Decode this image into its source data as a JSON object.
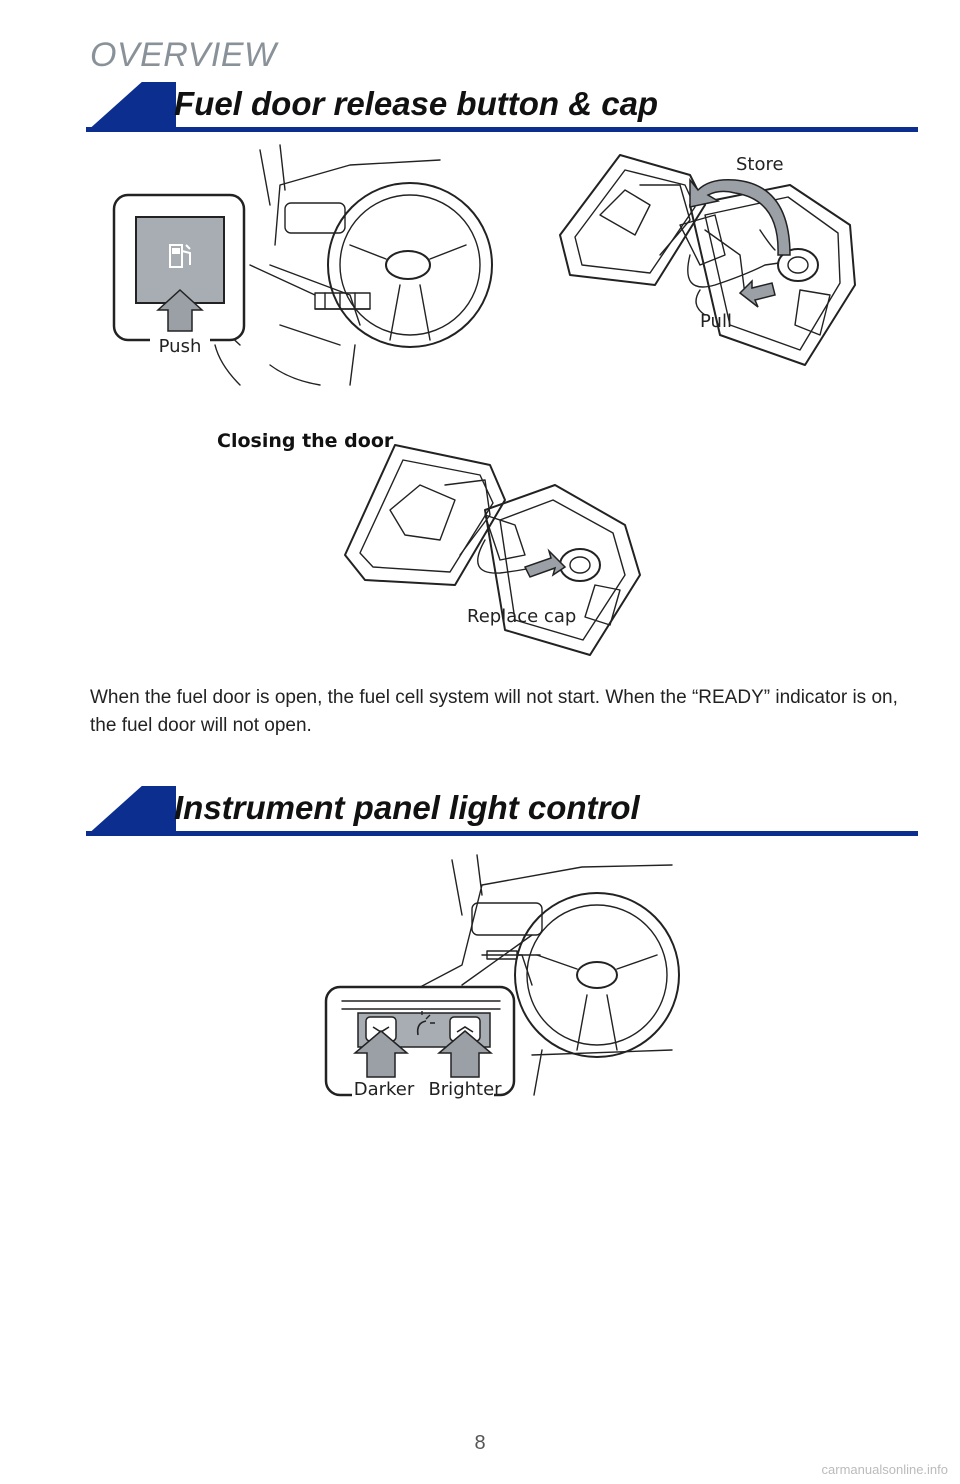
{
  "header": {
    "section": "OVERVIEW"
  },
  "fuel_door": {
    "title": "Fuel door release button & cap",
    "labels": {
      "push": "Push",
      "store": "Store",
      "pull": "Pull",
      "closing": "Closing the door",
      "replace": "Replace cap"
    },
    "note": "When the fuel door is open, the fuel cell system will not start. When the “READY” indicator is on, the fuel door will not open."
  },
  "panel_light": {
    "title": "Instrument panel light control",
    "labels": {
      "darker": "Darker",
      "brighter": "Brighter"
    }
  },
  "page_number": "8",
  "footer": "carmanualsonline.info",
  "colors": {
    "accent": "#0b2e8f",
    "overview_gray": "#8a9299",
    "arrow_gray": "#9aa0a6"
  }
}
